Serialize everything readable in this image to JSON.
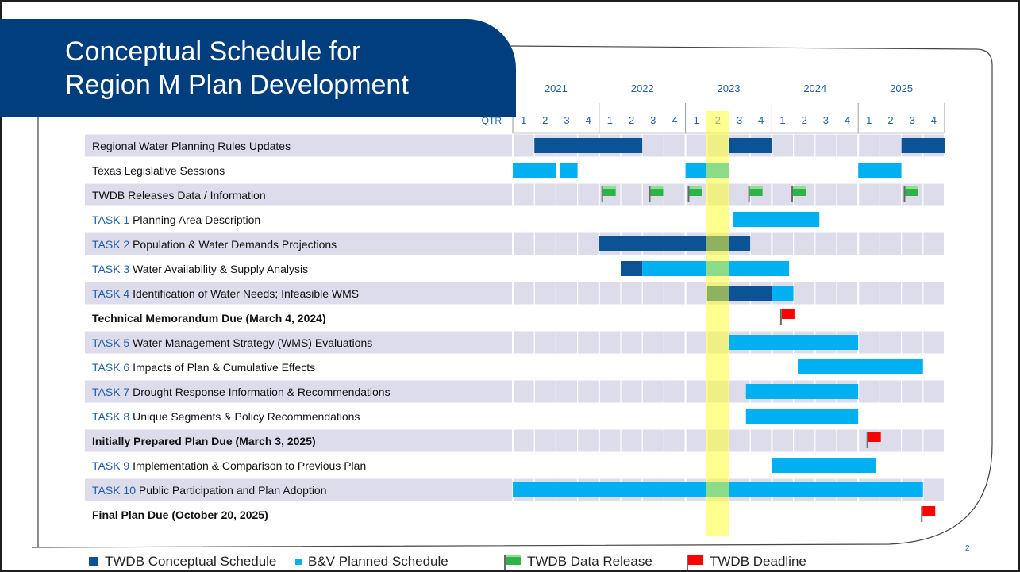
{
  "slide": {
    "title_line1": "Conceptual Schedule for",
    "title_line2": "Region M Plan Development",
    "page_number": "2",
    "colors": {
      "title_bg": "#003e7e",
      "twdb_conceptual": "#0b5394",
      "bv_planned": "#00b0f0",
      "highlight": "#ffff33",
      "row_band": "#dcdcea",
      "task_label": "#1f5fa8"
    }
  },
  "chart_data": {
    "type": "gantt",
    "qtr_label": "QTR",
    "years": [
      "2021",
      "2022",
      "2023",
      "2024",
      "2025"
    ],
    "quarters": [
      "1",
      "2",
      "3",
      "4",
      "1",
      "2",
      "3",
      "4",
      "1",
      "2",
      "3",
      "4",
      "1",
      "2",
      "3",
      "4",
      "1",
      "2",
      "3",
      "4"
    ],
    "highlight_quarter": {
      "year": "2023",
      "quarter": "2"
    },
    "rows": [
      {
        "task": "",
        "label": "Regional Water Planning Rules Updates",
        "bold": false,
        "shaded": true,
        "bars": [
          {
            "series": "conceptual",
            "start": 2021.25,
            "end": 2022.5
          },
          {
            "series": "conceptual",
            "start": 2023.5,
            "end": 2024.0
          },
          {
            "series": "conceptual",
            "start": 2025.5,
            "end": 2026.0
          }
        ]
      },
      {
        "task": "",
        "label": "Texas Legislative Sessions",
        "bold": false,
        "shaded": false,
        "bars": [
          {
            "series": "planned",
            "start": 2021.0,
            "end": 2021.5
          },
          {
            "series": "planned",
            "start": 2021.55,
            "end": 2021.75
          },
          {
            "series": "planned",
            "start": 2023.0,
            "end": 2023.5
          },
          {
            "series": "planned",
            "start": 2025.0,
            "end": 2025.5
          }
        ]
      },
      {
        "task": "",
        "label": "TWDB Releases Data / Information",
        "bold": false,
        "shaded": true,
        "bars": [],
        "green_flags": [
          2022.1,
          2022.65,
          2023.1,
          2023.8,
          2024.3,
          2025.6
        ]
      },
      {
        "task": "TASK 1",
        "label": "Planning Area Description",
        "bold": false,
        "shaded": false,
        "bars": [
          {
            "series": "planned",
            "start": 2023.55,
            "end": 2024.55
          }
        ]
      },
      {
        "task": "TASK 2",
        "label": "Population & Water Demands Projections",
        "bold": false,
        "shaded": true,
        "bars": [
          {
            "series": "conceptual",
            "start": 2022.0,
            "end": 2023.75
          }
        ]
      },
      {
        "task": "TASK 3",
        "label": "Water Availability & Supply Analysis",
        "bold": false,
        "shaded": false,
        "bars": [
          {
            "series": "conceptual",
            "start": 2022.25,
            "end": 2022.5
          },
          {
            "series": "planned",
            "start": 2022.5,
            "end": 2024.2
          }
        ]
      },
      {
        "task": "TASK 4",
        "label": "Identification of Water Needs; Infeasible WMS",
        "bold": false,
        "shaded": true,
        "bars": [
          {
            "series": "conceptual",
            "start": 2023.25,
            "end": 2024.0
          },
          {
            "series": "planned",
            "start": 2024.0,
            "end": 2024.25
          }
        ]
      },
      {
        "task": "",
        "label": "Technical Memorandum Due (March 4, 2024)",
        "bold": true,
        "shaded": false,
        "bars": [],
        "red_flags": [
          2024.17
        ]
      },
      {
        "task": "TASK 5",
        "label": "Water Management Strategy (WMS) Evaluations",
        "bold": false,
        "shaded": true,
        "bars": [
          {
            "series": "planned",
            "start": 2023.5,
            "end": 2025.0
          }
        ]
      },
      {
        "task": "TASK 6",
        "label": "Impacts of Plan & Cumulative Effects",
        "bold": false,
        "shaded": false,
        "bars": [
          {
            "series": "planned",
            "start": 2024.3,
            "end": 2025.75
          }
        ]
      },
      {
        "task": "TASK 7",
        "label": "Drought Response Information & Recommendations",
        "bold": false,
        "shaded": true,
        "bars": [
          {
            "series": "planned",
            "start": 2023.7,
            "end": 2025.0
          }
        ]
      },
      {
        "task": "TASK 8",
        "label": "Unique Segments & Policy Recommendations",
        "bold": false,
        "shaded": false,
        "bars": [
          {
            "series": "planned",
            "start": 2023.7,
            "end": 2025.0
          }
        ]
      },
      {
        "task": "",
        "label": "Initially Prepared Plan Due (March 3, 2025)",
        "bold": true,
        "shaded": true,
        "bars": [],
        "red_flags": [
          2025.17
        ]
      },
      {
        "task": "TASK 9",
        "label": "Implementation & Comparison to Previous Plan",
        "bold": false,
        "shaded": false,
        "bars": [
          {
            "series": "planned",
            "start": 2024.0,
            "end": 2025.2
          }
        ]
      },
      {
        "task": "TASK 10",
        "label": "Public Participation and Plan Adoption",
        "bold": false,
        "shaded": true,
        "bars": [
          {
            "series": "planned",
            "start": 2021.0,
            "end": 2025.75
          }
        ]
      },
      {
        "task": "",
        "label": "Final Plan Due (October 20, 2025)",
        "bold": true,
        "shaded": false,
        "bars": [],
        "red_flags": [
          2025.8
        ]
      }
    ],
    "legend": [
      {
        "name": "TWDB Conceptual Schedule",
        "color": "#0b5394",
        "marker": "square"
      },
      {
        "name": "B&V Planned Schedule",
        "color": "#00b0f0",
        "marker": "square"
      },
      {
        "name": "TWDB Data Release",
        "color": "#2db34a",
        "marker": "green-flag-icon"
      },
      {
        "name": "TWDB Deadline",
        "color": "#ff0000",
        "marker": "red-flag-icon"
      }
    ]
  }
}
